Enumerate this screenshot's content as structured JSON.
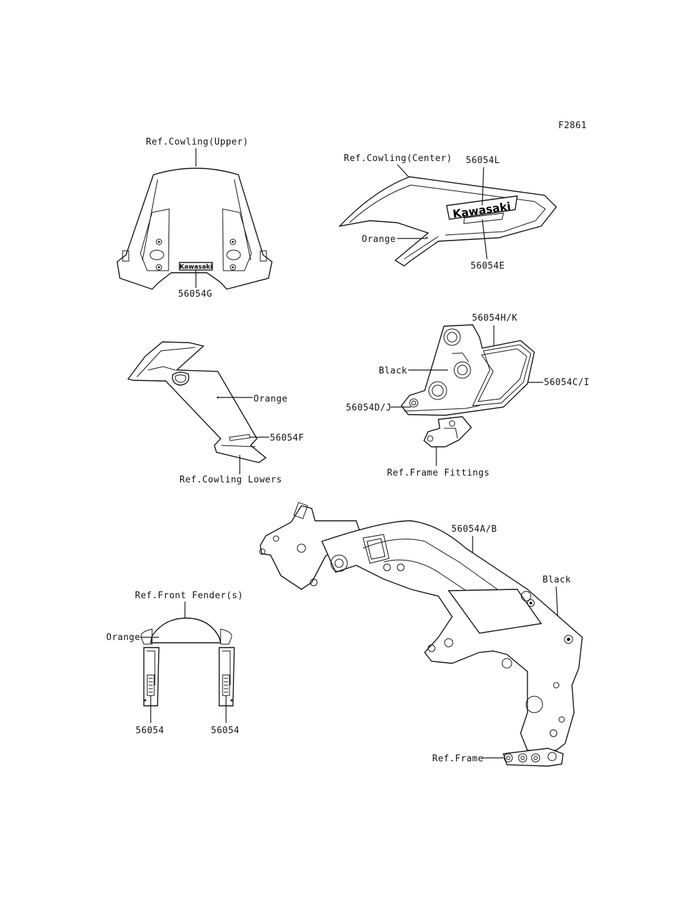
{
  "figure_id": "F2861",
  "cowling_upper": {
    "ref": "Ref.Cowling(Upper)",
    "part": "56054G",
    "logo": "Kawasaki"
  },
  "cowling_center": {
    "ref": "Ref.Cowling(Center)",
    "part_top": "56054L",
    "part_bottom": "56054E",
    "color": "Orange",
    "logo": "Kawasaki"
  },
  "cowling_lowers": {
    "ref": "Ref.Cowling Lowers",
    "part": "56054F",
    "color": "Orange"
  },
  "frame_fittings": {
    "ref": "Ref.Frame Fittings",
    "part_top": "56054H/K",
    "part_right": "56054C/I",
    "part_left": "56054D/J",
    "color": "Black"
  },
  "front_fender": {
    "ref": "Ref.Front Fender(s)",
    "color": "Orange",
    "part_left": "56054",
    "part_right": "56054"
  },
  "frame": {
    "ref": "Ref.Frame",
    "part": "56054A/B",
    "color": "Black"
  }
}
